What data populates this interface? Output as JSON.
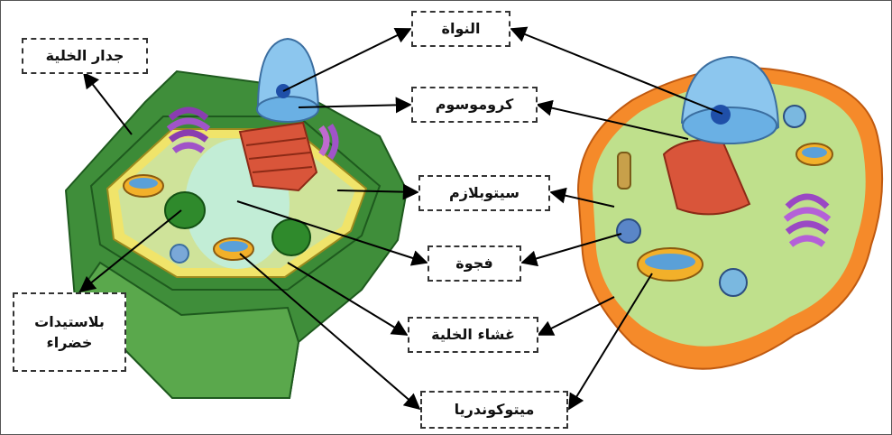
{
  "labels": {
    "nucleus": "النواة",
    "chromosome": "كروموسوم",
    "cell_wall": "جدار الخلية",
    "cytoplasm": "سيتوبلازم",
    "vacuole": "فجوة",
    "chloroplasts_line1": "بلاستيدات",
    "chloroplasts_line2": "خضراء",
    "cell_membrane": "غشاء الخلية",
    "mitochondria": "ميتوكوندريا"
  }
}
